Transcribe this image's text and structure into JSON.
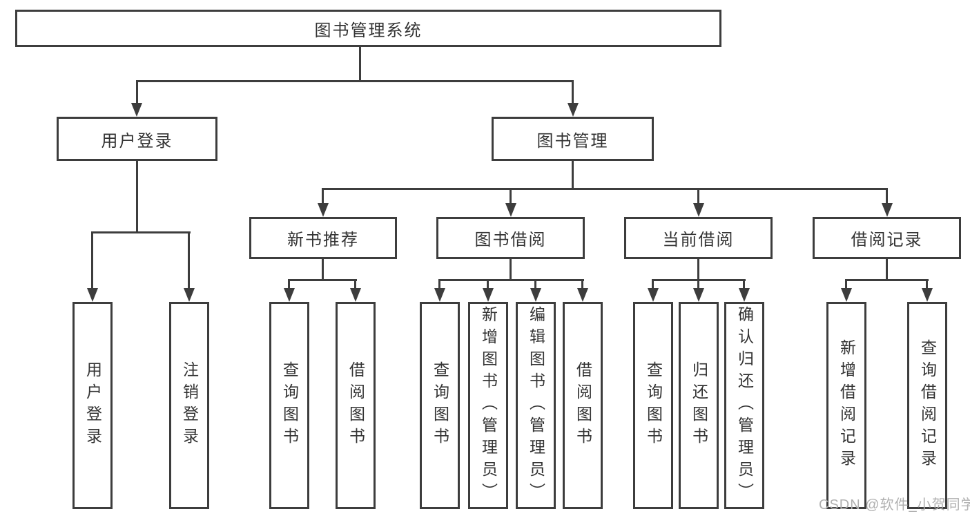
{
  "diagram": {
    "root": "图书管理系统",
    "level2": [
      "用户登录",
      "图书管理"
    ],
    "level3": [
      "新书推荐",
      "图书借阅",
      "当前借阅",
      "借阅记录"
    ],
    "leaves": [
      "用户登录",
      "注销登录",
      "查询图书",
      "借阅图书",
      "查询图书",
      "新增图书（管理员）",
      "编辑图书（管理员）",
      "借阅图书",
      "查询图书",
      "归还图书",
      "确认归还（管理员）",
      "新增借阅记录",
      "查询借阅记录"
    ],
    "watermark": "CSDN @软件_小贺同学",
    "colors": {
      "line": "#3d3d3d",
      "text": "#333333",
      "watermark": "#b0b0b0",
      "background": "#ffffff"
    }
  }
}
